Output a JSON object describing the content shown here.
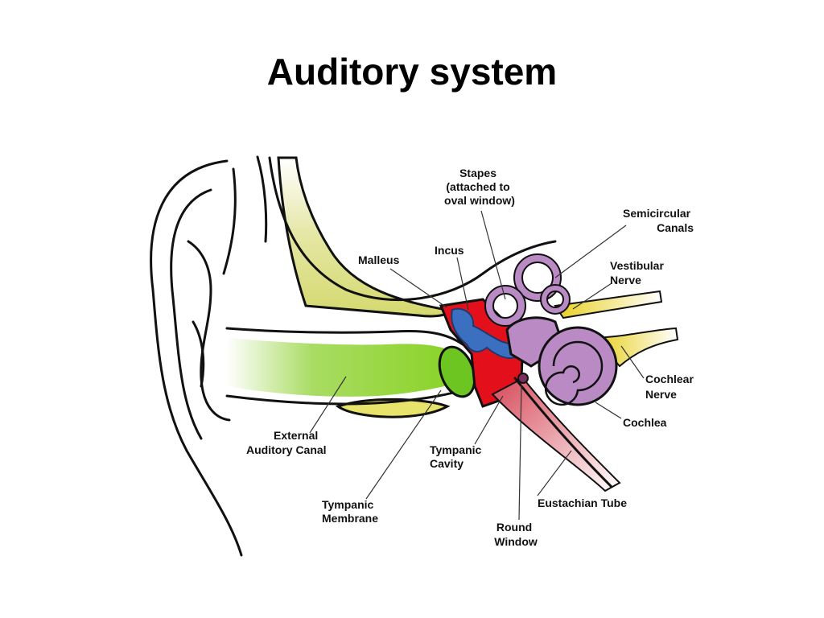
{
  "title": "Auditory system",
  "colors": {
    "bone": "#d9dc8a",
    "canal": "#8fd62b",
    "membrane": "#6cc520",
    "middle_ear": "#e3101b",
    "inner_ear": "#b98ac4",
    "nerve": "#e8d020",
    "ossicles": "#3b6fc0",
    "eustachian": "#c9485a"
  },
  "labels": {
    "stapes": [
      "Stapes",
      "(attached to",
      "oval window)"
    ],
    "semicircular_canals": [
      "Semicircular",
      "Canals"
    ],
    "incus": [
      "Incus"
    ],
    "malleus": [
      "Malleus"
    ],
    "vestibular_nerve": [
      "Vestibular",
      "Nerve"
    ],
    "cochlear_nerve": [
      "Cochlear",
      "Nerve"
    ],
    "cochlea": [
      "Cochlea"
    ],
    "external_auditory_canal": [
      "External",
      "Auditory Canal"
    ],
    "tympanic_cavity": [
      "Tympanic",
      "Cavity"
    ],
    "eustachian_tube": [
      "Eustachian Tube"
    ],
    "tympanic_membrane": [
      "Tympanic",
      "Membrane"
    ],
    "round_window": [
      "Round",
      "Window"
    ]
  }
}
